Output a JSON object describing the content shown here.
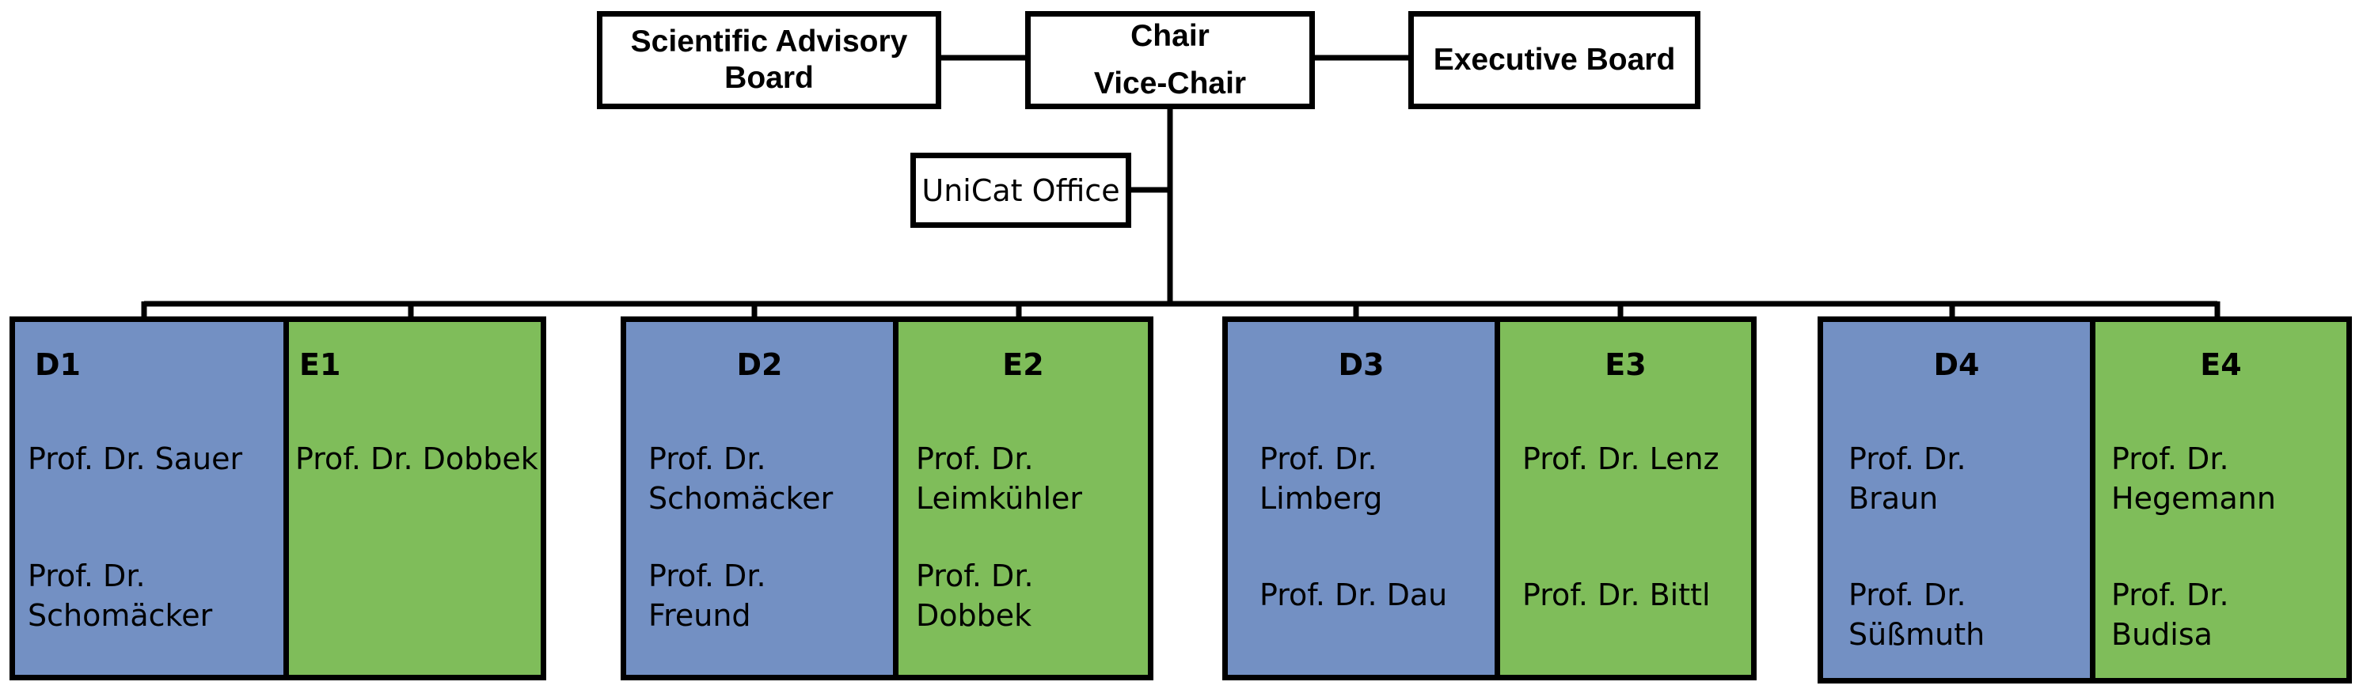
{
  "top": {
    "advisory": [
      "Scientific Advisory",
      "Board"
    ],
    "chair": [
      "Chair",
      "Vice-Chair"
    ],
    "executive": "Executive Board",
    "office": "UniCat Office"
  },
  "units": [
    {
      "department": {
        "code": "D1",
        "people": [
          [
            "Prof. Dr. Sauer"
          ],
          [
            "Prof. Dr.",
            "Schomäcker"
          ]
        ]
      },
      "group": {
        "code": "E1",
        "people": [
          [
            "Prof. Dr. Dobbek"
          ]
        ]
      }
    },
    {
      "department": {
        "code": "D2",
        "people": [
          [
            "Prof. Dr.",
            "Schomäcker"
          ],
          [
            "Prof. Dr.",
            "Freund"
          ]
        ]
      },
      "group": {
        "code": "E2",
        "people": [
          [
            "Prof. Dr.",
            "Leimkühler"
          ],
          [
            "Prof. Dr.",
            "Dobbek"
          ]
        ]
      }
    },
    {
      "department": {
        "code": "D3",
        "people": [
          [
            "Prof. Dr.",
            "Limberg"
          ],
          [
            "Prof. Dr. Dau"
          ]
        ]
      },
      "group": {
        "code": "E3",
        "people": [
          [
            "Prof. Dr. Lenz"
          ],
          [
            "Prof. Dr. Bittl"
          ]
        ]
      }
    },
    {
      "department": {
        "code": "D4",
        "people": [
          [
            "Prof. Dr.",
            "Braun"
          ],
          [
            "Prof. Dr.",
            "Süßmuth"
          ]
        ]
      },
      "group": {
        "code": "E4",
        "people": [
          [
            "Prof. Dr.",
            "Hegemann"
          ],
          [
            "Prof. Dr.",
            "Budisa"
          ]
        ]
      }
    }
  ]
}
